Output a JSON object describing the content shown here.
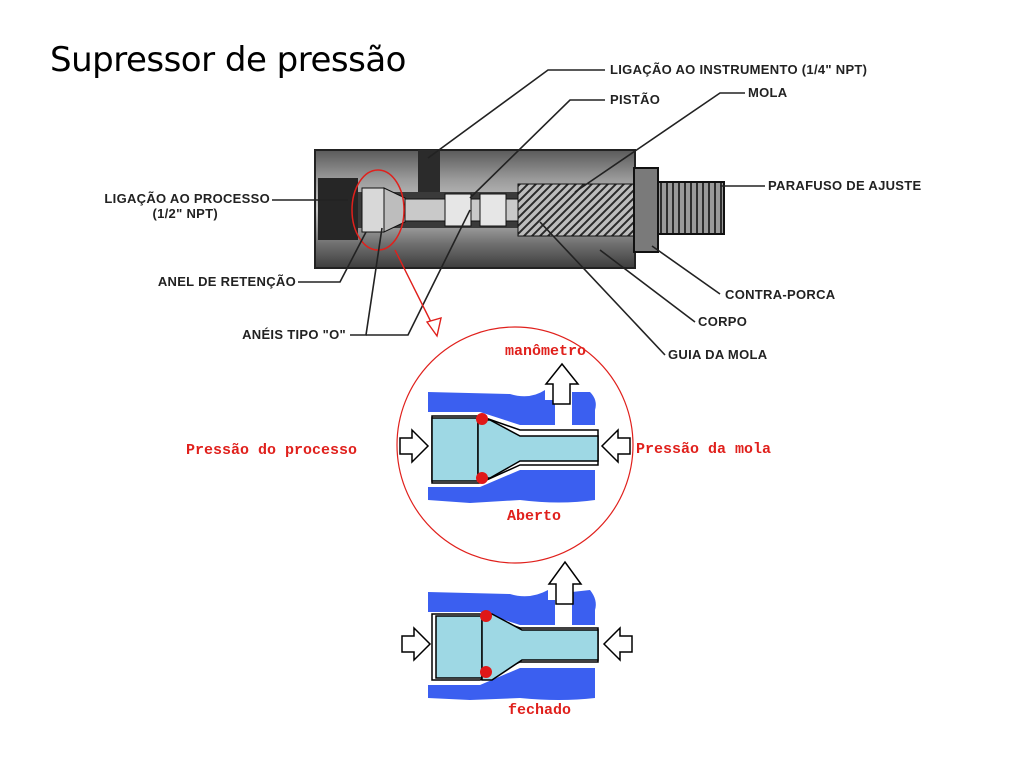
{
  "title": "Supressor de pressão",
  "colors": {
    "accent": "#e0201c",
    "body_blue": "#3b5ff0",
    "piston": "#9ed8e4",
    "seal": "#e01818"
  },
  "part_labels": {
    "instrument_connection": "LIGAÇÃO AO INSTRUMENTO (1/4\" NPT)",
    "piston": "PISTÃO",
    "spring": "MOLA",
    "process_connection_line1": "LIGAÇÃO AO PROCESSO",
    "process_connection_line2": "(1/2\" NPT)",
    "adjust_screw": "PARAFUSO DE AJUSTE",
    "retaining_ring": "ANEL DE RETENÇÃO",
    "lock_nut": "CONTRA-PORCA",
    "body": "CORPO",
    "o_rings": "ANÉIS TIPO \"O\"",
    "spring_guide": "GUIA DA MOLA"
  },
  "detail_labels": {
    "gauge": "manômetro",
    "process_pressure": "Pressão do processo",
    "spring_pressure": "Pressão da mola",
    "open": "Aberto",
    "closed": "fechado"
  }
}
